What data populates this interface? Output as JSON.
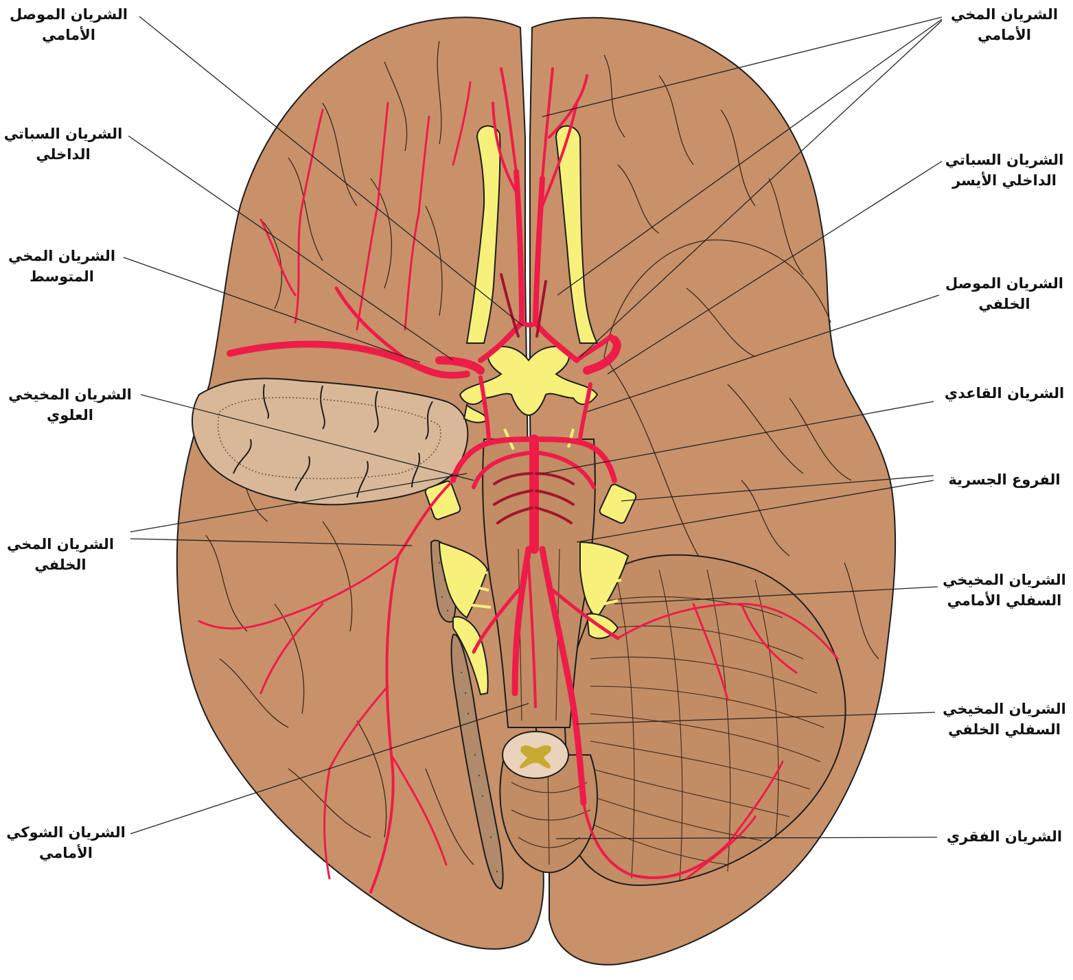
{
  "colors": {
    "brain": "#c8916a",
    "brain_outline": "#1c1c1c",
    "artery": "#ee1c48",
    "artery_dark": "#a3142b",
    "nerve": "#f7f07b",
    "temporal_cut": "#d9b899",
    "spine_section": "#ead3bc",
    "spinal_gray": "#c8aa33",
    "dura": "#b08a6a",
    "leader": "#222222"
  },
  "labels": {
    "left": [
      {
        "id": "acom",
        "line1": "الشريان الموصل",
        "line2": "الأمامي"
      },
      {
        "id": "ica",
        "line1": "الشريان السباتي",
        "line2": "الداخلي"
      },
      {
        "id": "mca",
        "line1": "الشريان المخي",
        "line2": "المتوسط"
      },
      {
        "id": "sca",
        "line1": "الشريان المخيخي",
        "line2": "العلوي"
      },
      {
        "id": "pca",
        "line1": "الشريان المخي",
        "line2": "الخلفي"
      },
      {
        "id": "asa",
        "line1": "الشريان الشوكي",
        "line2": "الأمامي"
      }
    ],
    "right": [
      {
        "id": "aca",
        "line1": "الشريان المخي",
        "line2": "الأمامي"
      },
      {
        "id": "lica",
        "line1": "الشريان السباتي",
        "line2": "الداخلي الأيسر"
      },
      {
        "id": "pcom",
        "line1": "الشريان الموصل",
        "line2": "الخلفي"
      },
      {
        "id": "basilar",
        "line1": "الشريان القاعدي",
        "line2": ""
      },
      {
        "id": "pontine",
        "line1": "الفروع الجسرية",
        "line2": ""
      },
      {
        "id": "aica",
        "line1": "الشريان المخيخي",
        "line2": "السفلي الأمامي"
      },
      {
        "id": "pica",
        "line1": "الشريان المخيخي",
        "line2": "السفلي الخلفي"
      },
      {
        "id": "vertebral",
        "line1": "الشريان الفقري",
        "line2": ""
      }
    ]
  }
}
